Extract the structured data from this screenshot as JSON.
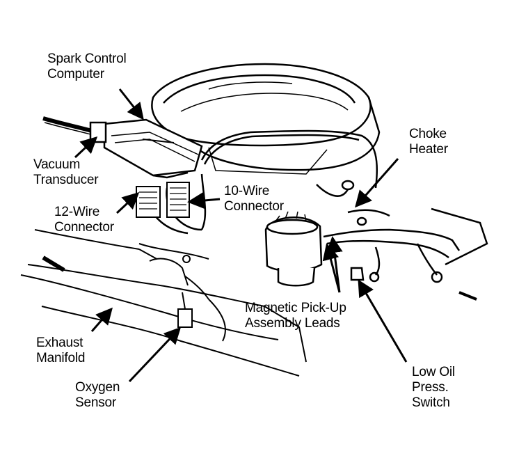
{
  "labels": {
    "spark_control_computer": [
      "Spark Control",
      "Computer"
    ],
    "vacuum_transducer": [
      "Vacuum",
      "Transducer"
    ],
    "choke_heater": [
      "Choke",
      "Heater"
    ],
    "ten_wire_connector": [
      "10-Wire",
      "Connector"
    ],
    "twelve_wire_connector": [
      "12-Wire",
      "Connector"
    ],
    "magnetic_pickup": [
      "Magnetic Pick-Up",
      "Assembly Leads"
    ],
    "exhaust_manifold": [
      "Exhaust",
      "Manifold"
    ],
    "oxygen_sensor": [
      "Oxygen",
      "Sensor"
    ],
    "low_oil_press_switch": [
      "Low Oil",
      "Press.",
      "Switch"
    ]
  },
  "colors": {
    "ink": "#000000",
    "paper": "#ffffff"
  }
}
